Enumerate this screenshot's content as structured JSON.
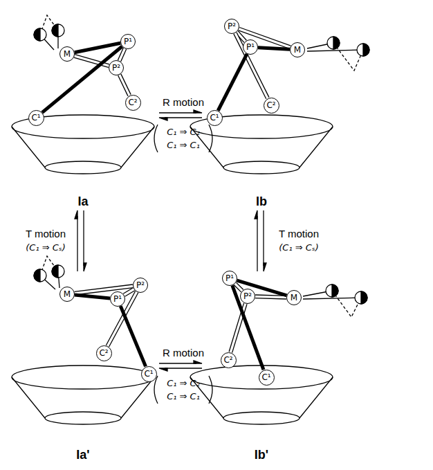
{
  "diagram": {
    "nodes": [
      {
        "text": [
          "M"
        ]
      },
      {
        "text": [
          "P¹"
        ]
      },
      {
        "text": [
          "P²"
        ]
      },
      {
        "text": [
          "C¹"
        ]
      },
      {
        "text": [
          "C²"
        ]
      },
      {
        "text": [
          "M"
        ]
      },
      {
        "text": [
          "P¹"
        ]
      },
      {
        "text": [
          "P²"
        ]
      },
      {
        "text": [
          "C¹"
        ]
      },
      {
        "text": [
          "C²"
        ]
      },
      {
        "text": [
          "M"
        ]
      },
      {
        "text": [
          "P¹"
        ]
      },
      {
        "text": [
          "P²"
        ]
      },
      {
        "text": [
          "C¹"
        ]
      },
      {
        "text": [
          "C²"
        ]
      },
      {
        "text": [
          "M"
        ]
      },
      {
        "text": [
          "P¹"
        ]
      },
      {
        "text": [
          "P²"
        ]
      },
      {
        "text": [
          "C¹"
        ]
      },
      {
        "text": [
          "C²"
        ]
      }
    ],
    "edges": [
      {
        "from": 0,
        "to": 1,
        "arrow": "none"
      },
      {
        "from": 0,
        "to": 2,
        "arrow": "none"
      },
      {
        "from": 1,
        "to": 2,
        "arrow": "none"
      },
      {
        "from": 1,
        "to": 3,
        "arrow": "none"
      },
      {
        "from": 2,
        "to": 4,
        "arrow": "none"
      },
      {
        "from": 5,
        "to": 6,
        "arrow": "none"
      },
      {
        "from": 5,
        "to": 7,
        "arrow": "none"
      },
      {
        "from": 6,
        "to": 7,
        "arrow": "none"
      },
      {
        "from": 6,
        "to": 8,
        "arrow": "none"
      },
      {
        "from": 7,
        "to": 9,
        "arrow": "none"
      },
      {
        "from": 10,
        "to": 11,
        "arrow": "none"
      },
      {
        "from": 10,
        "to": 12,
        "arrow": "none"
      },
      {
        "from": 11,
        "to": 12,
        "arrow": "none"
      },
      {
        "from": 11,
        "to": 13,
        "arrow": "none"
      },
      {
        "from": 12,
        "to": 14,
        "arrow": "none"
      },
      {
        "from": 15,
        "to": 16,
        "arrow": "none"
      },
      {
        "from": 15,
        "to": 17,
        "arrow": "none"
      },
      {
        "from": 16,
        "to": 17,
        "arrow": "none"
      },
      {
        "from": 16,
        "to": 18,
        "arrow": "none"
      },
      {
        "from": 17,
        "to": 19,
        "arrow": "none"
      }
    ],
    "labels": [
      "Ia",
      "R motion",
      "C₁ ⇒ C₂",
      "C₁ ⇒ C₁",
      "Ib",
      "T motion",
      "(C₁ ⇒ Cₛ)",
      "T motion",
      "(C₁ ⇒ Cₛ)",
      "Ia'",
      "R motion",
      "C₁ ⇒ C₂",
      "C₁ ⇒ C₁",
      "Ib'"
    ]
  }
}
